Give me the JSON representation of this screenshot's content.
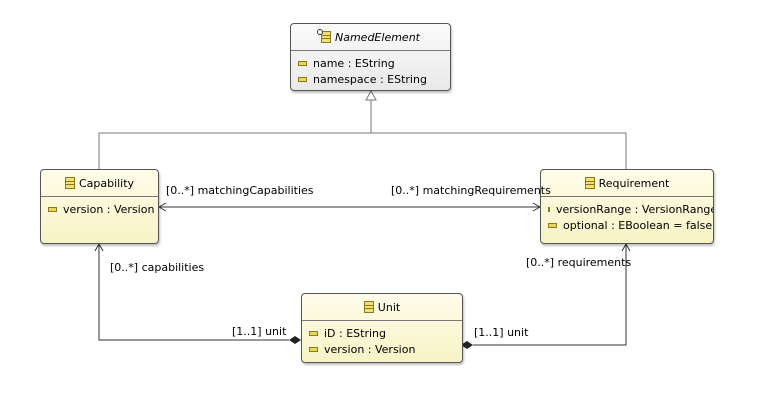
{
  "classes": {
    "named_element": {
      "name": "NamedElement",
      "attributes": [
        "name : EString",
        "namespace : EString"
      ]
    },
    "capability": {
      "name": "Capability",
      "attributes": [
        "version : Version"
      ]
    },
    "requirement": {
      "name": "Requirement",
      "attributes": [
        "versionRange : VersionRange",
        "optional : EBoolean = false"
      ]
    },
    "unit": {
      "name": "Unit",
      "attributes": [
        "iD : EString",
        "version : Version"
      ]
    }
  },
  "edge_labels": {
    "matching_capabilities": "[0..*] matchingCapabilities",
    "matching_requirements": "[0..*] matchingRequirements",
    "capabilities": "[0..*] capabilities",
    "requirements": "[0..*] requirements",
    "unit_left": "[1..1] unit",
    "unit_right": "[1..1] unit"
  },
  "colors": {
    "class_fill": "#fffbdc",
    "abstract_fill": "#f2f2f2",
    "border": "#555555",
    "line": "#555555"
  }
}
